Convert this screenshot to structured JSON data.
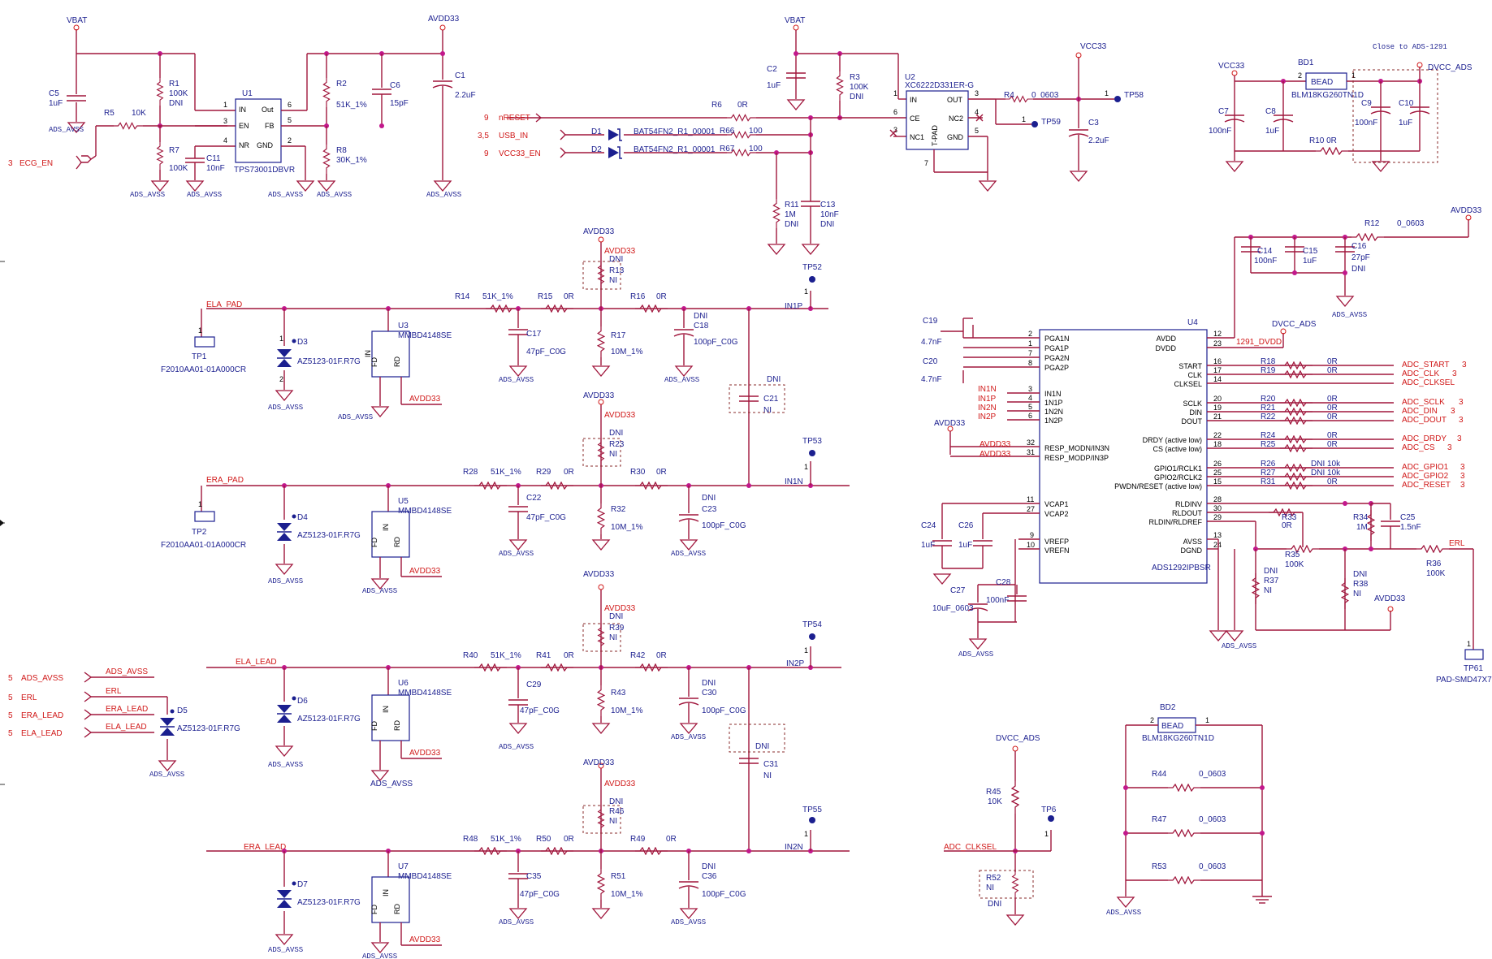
{
  "texts": {
    "vbat": "VBAT",
    "avdd33": "AVDD33",
    "vcc33": "VCC33",
    "dvcc_ads": "DVCC_ADS",
    "ads_avss": "ADS_AVSS",
    "ecg_en": "ECG_EN",
    "nreset": "nRESET",
    "usb_in": "USB_IN",
    "vcc33_en": "VCC33_EN",
    "u1": "U1",
    "u1_part": "TPS73001DBVR",
    "u2": "U2",
    "u2_part": "XC6222D331ER-G",
    "u4": "U4",
    "u4_part": "ADS1292IPBSR",
    "close_note": "Close to ADS-1291",
    "bd1": "BD1",
    "bd2": "BD2",
    "bead": "BEAD",
    "bead_part": "BLM18KG260TN1D",
    "tp1": "TP1",
    "tp2": "TP2",
    "tp_part": "F2010AA01-01A000CR",
    "tp52": "TP52",
    "tp53": "TP53",
    "tp54": "TP54",
    "tp55": "TP55",
    "tp58": "TP58",
    "tp59": "TP59",
    "tp6": "TP6",
    "tp61": "TP61",
    "pad_smd": "PAD-SMD47X7",
    "ela_pad": "ELA_PAD",
    "era_pad": "ERA_PAD",
    "ela_lead": "ELA_LEAD",
    "era_lead": "ERA_LEAD",
    "erl": "ERL",
    "in1p": "IN1P",
    "in1n": "IN1N",
    "in2p": "IN2P",
    "in2n": "IN2N",
    "d3": "D3",
    "d4": "D4",
    "d5": "D5",
    "d6": "D6",
    "d7": "D7",
    "tvs_part": "AZ5123-01F.R7G",
    "u3": "U3",
    "u5": "U5",
    "u6": "U6",
    "u7": "U7",
    "mmbd": "MMBD4148SE",
    "d1": "D1",
    "d2": "D2",
    "bat54": "BAT54FN2_R1_00001",
    "dni": "DNI",
    "ni": "NI",
    "r14": "R14",
    "r15": "R15",
    "r16": "R16",
    "r13": "R13",
    "r17": "R17",
    "r28": "R28",
    "r29": "R29",
    "r30": "R30",
    "r23": "R23",
    "r32": "R32",
    "r40": "R40",
    "r41": "R41",
    "r42": "R42",
    "r39": "R39",
    "r43": "R43",
    "r48": "R48",
    "r50": "R50",
    "r49": "R49",
    "r46": "R46",
    "r51": "R51",
    "c17": "C17",
    "c18": "C18",
    "c21": "C21",
    "c22": "C22",
    "c23": "C23",
    "c29": "C29",
    "c30": "C30",
    "c31": "C31",
    "c35": "C35",
    "c36": "C36",
    "v51k": "51K_1%",
    "v0r": "0R",
    "v10m": "10M_1%",
    "v47p": "47pF_C0G",
    "v100p": "100pF_C0G",
    "ads_avss_off": "ADS_AVSS",
    "nets": [
      "1291_DVDD",
      "ADC_START",
      "ADC_CLK",
      "ADC_CLKSEL",
      "ADC_SCLK",
      "ADC_DIN",
      "ADC_DOUT",
      "ADC_DRDY",
      "ADC_CS",
      "ADC_GPIO1",
      "ADC_GPIO2",
      "ADC_RESET",
      "ADC_CLKSEL"
    ],
    "u4_pins_left": [
      "PGA1N",
      "PGA1P",
      "PGA2N",
      "PGA2P",
      "IN1N",
      "1N1P",
      "1N2N",
      "1N2P",
      "RESP_MODN/IN3N",
      "RESP_MODP/IN3P",
      "VCAP1",
      "VCAP2",
      "VREFP",
      "VREFN"
    ],
    "u4_pins_right": [
      "AVDD",
      "DVDD",
      "START",
      "CLK",
      "CLKSEL",
      "SCLK",
      "DIN",
      "DOUT",
      "DRDY (active low)",
      "CS (active low)",
      "GPIO1/RCLK1",
      "GPIO2/RCLK2",
      "PWDN/RESET (active low)",
      "RLDINV",
      "RLDOUT",
      "RLDIN/RLDREF",
      "AVSS",
      "DGND"
    ]
  }
}
